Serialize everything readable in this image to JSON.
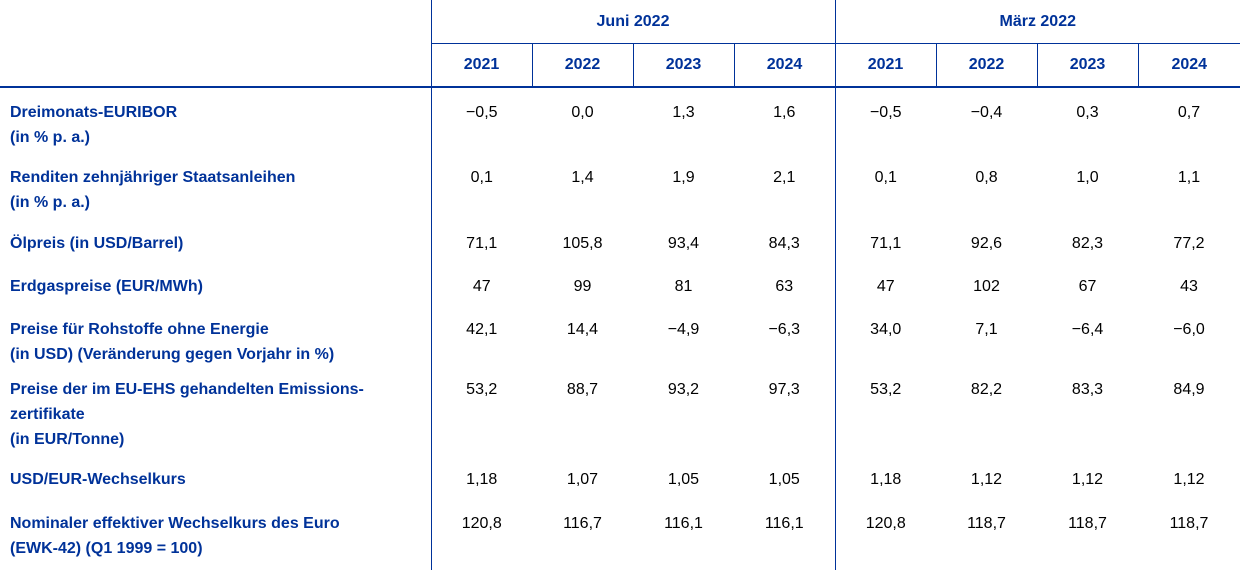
{
  "groups": [
    "Juni 2022",
    "März 2022"
  ],
  "years": [
    "2021",
    "2022",
    "2023",
    "2024",
    "2021",
    "2022",
    "2023",
    "2024"
  ],
  "rows": [
    {
      "label_lines": [
        "Dreimonats-EURIBOR",
        "(in % p. a.)"
      ],
      "values": [
        "−0,5",
        "0,0",
        "1,3",
        "1,6",
        "−0,5",
        "−0,4",
        "0,3",
        "0,7"
      ]
    },
    {
      "label_lines": [
        "Renditen zehnjähriger Staatsanleihen",
        "(in % p. a.)"
      ],
      "values": [
        "0,1",
        "1,4",
        "1,9",
        "2,1",
        "0,1",
        "0,8",
        "1,0",
        "1,1"
      ]
    },
    {
      "label_lines": [
        "Ölpreis (in USD/Barrel)"
      ],
      "values": [
        "71,1",
        "105,8",
        "93,4",
        "84,3",
        "71,1",
        "92,6",
        "82,3",
        "77,2"
      ]
    },
    {
      "label_lines": [
        "Erdgaspreise (EUR/MWh)"
      ],
      "values": [
        "47",
        "99",
        "81",
        "63",
        "47",
        "102",
        "67",
        "43"
      ]
    },
    {
      "label_lines": [
        "Preise für Rohstoffe ohne Energie",
        "(in USD) (Veränderung gegen Vorjahr in %)"
      ],
      "values": [
        "42,1",
        "14,4",
        "−4,9",
        "−6,3",
        "34,0",
        "7,1",
        "−6,4",
        "−6,0"
      ]
    },
    {
      "label_lines": [
        "Preise der im EU-EHS gehandelten Emissions-",
        "zertifikate",
        "(in EUR/Tonne)"
      ],
      "values": [
        "53,2",
        "88,7",
        "93,2",
        "97,3",
        "53,2",
        "82,2",
        "83,3",
        "84,9"
      ]
    },
    {
      "label_lines": [
        "USD/EUR-Wechselkurs"
      ],
      "values": [
        "1,18",
        "1,07",
        "1,05",
        "1,05",
        "1,18",
        "1,12",
        "1,12",
        "1,12"
      ]
    },
    {
      "label_lines": [
        "Nominaler effektiver Wechselkurs des Euro",
        "(EWK-42) (Q1 1999 = 100)"
      ],
      "values": [
        "120,8",
        "116,7",
        "116,1",
        "116,1",
        "120,8",
        "118,7",
        "118,7",
        "118,7"
      ]
    }
  ],
  "colors": {
    "accent": "#003299",
    "text": "#000000",
    "background": "#ffffff"
  }
}
